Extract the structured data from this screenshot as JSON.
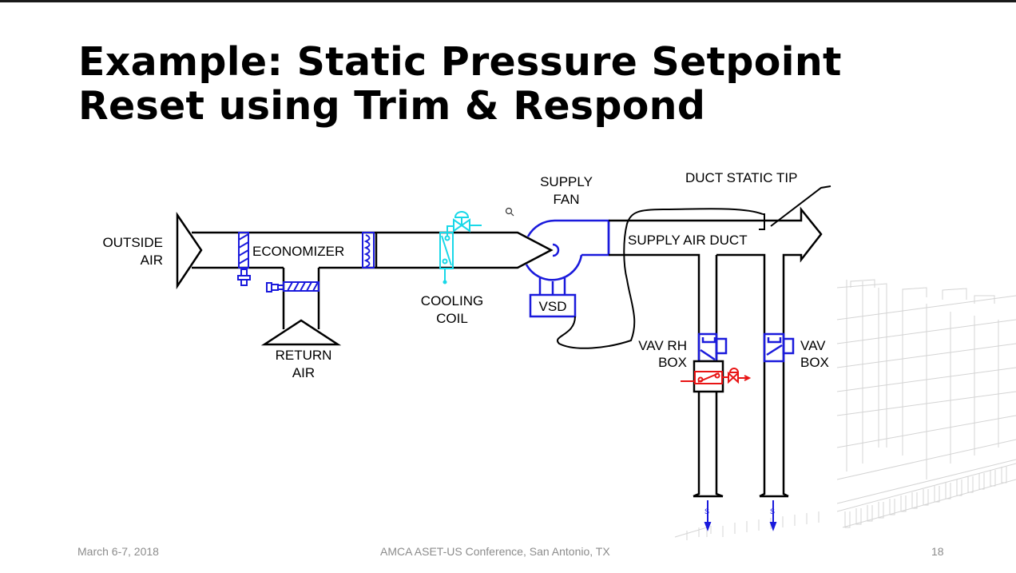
{
  "slide": {
    "title_lines": [
      "Example: Static Pressure Setpoint",
      "Reset using Trim & Respond"
    ],
    "page_number": "18"
  },
  "diagram": {
    "labels": {
      "outside_air": [
        "OUTSIDE",
        "AIR"
      ],
      "economizer": "ECONOMIZER",
      "return_air": [
        "RETURN",
        "AIR"
      ],
      "cooling_coil": [
        "COOLING",
        "COIL"
      ],
      "supply_fan": [
        "SUPPLY",
        "FAN"
      ],
      "vsd": "VSD",
      "duct_static_tip": "DUCT STATIC TIP",
      "supply_air_duct": "SUPPLY AIR DUCT",
      "vav_rh_box": [
        "VAV RH",
        "BOX"
      ],
      "vav_box": [
        "VAV",
        "BOX"
      ],
      "supply_symbol": "S"
    },
    "colors": {
      "duct": "#000000",
      "controls": "#1a1adc",
      "cooling": "#19d8e8",
      "reheat": "#e81414",
      "background_art": "#d4d4d4"
    }
  },
  "footer": {
    "date": "March 6-7, 2018",
    "conference": "AMCA ASET-US Conference, San Antonio, TX",
    "page": "18"
  }
}
